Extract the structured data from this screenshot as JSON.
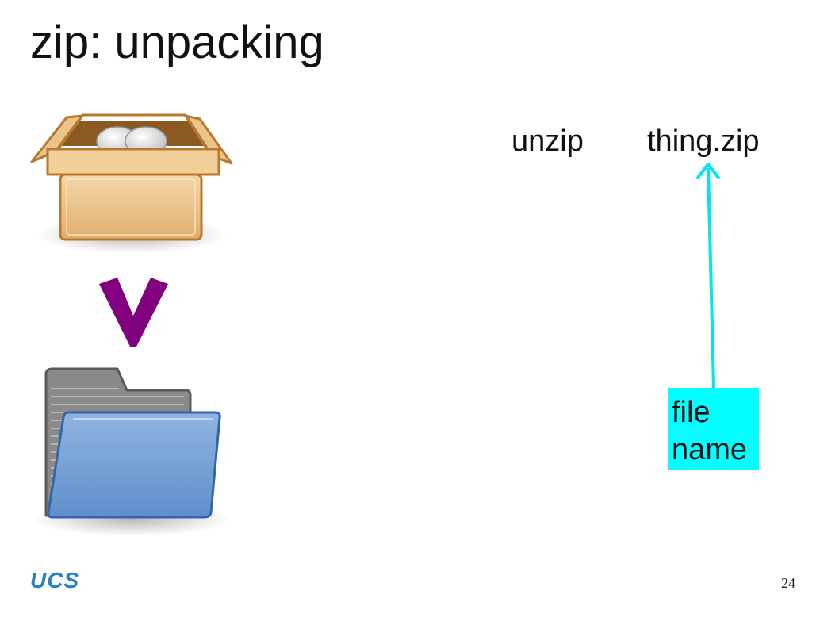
{
  "slide": {
    "title": "zip: unpacking",
    "page_number": "24"
  },
  "command": {
    "name": "unzip",
    "argument": "thing.zip"
  },
  "callout": {
    "line1": "file",
    "line2": "name",
    "color": "#00ffff"
  },
  "footer": {
    "logo_text": "UCS",
    "logo_color": "#2a7fc0"
  },
  "icons": {
    "archive": "package-box-icon",
    "arrow": "down-arrow-icon",
    "folder": "open-folder-icon"
  },
  "colors": {
    "arrow": "#800080",
    "pointer": "#00e5ee"
  }
}
